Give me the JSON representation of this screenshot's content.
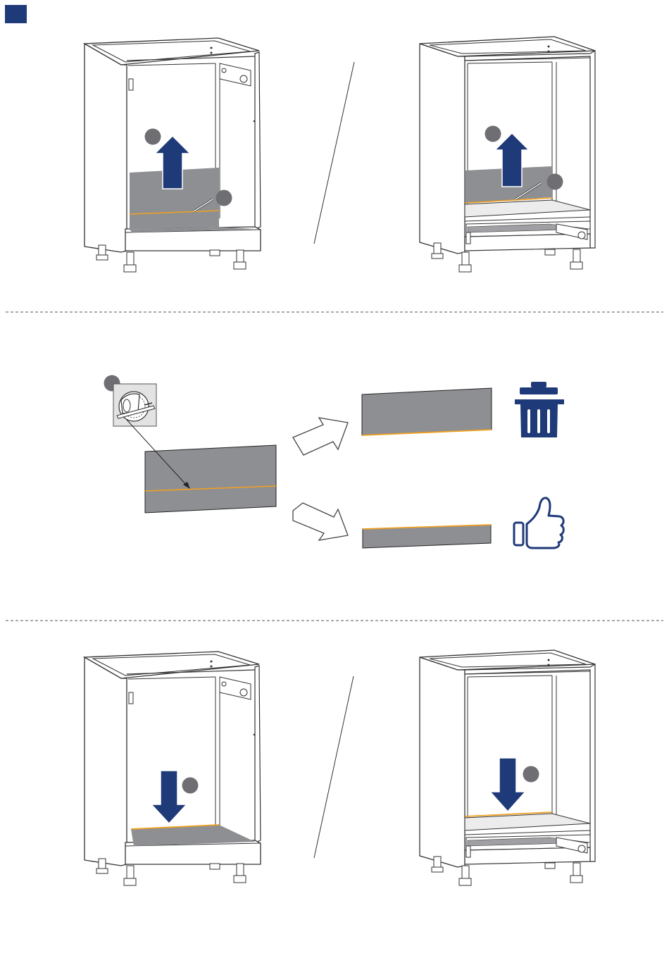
{
  "step": {
    "number": "",
    "color": "#1f3a78"
  },
  "colors": {
    "accent": "#1f3a78",
    "panel": "#8e8f93",
    "cut_line": "#f0a020",
    "callout": "#6f6f73",
    "divider": "#555555"
  },
  "sections": [
    {
      "name": "remove-back-panel",
      "cabinets": [
        "drawer-base-cabinet",
        "oven-housing-cabinet"
      ],
      "arrow": "up"
    },
    {
      "name": "cut-back-panel",
      "outcomes": [
        "discard-upper-part",
        "keep-lower-strip"
      ]
    },
    {
      "name": "reinstall-back-panel",
      "cabinets": [
        "drawer-base-cabinet",
        "oven-housing-cabinet"
      ],
      "arrow": "down"
    }
  ],
  "icons": {
    "saw": "circular-saw-icon",
    "discard": "trash-can-icon",
    "keep": "thumbs-up-icon"
  }
}
